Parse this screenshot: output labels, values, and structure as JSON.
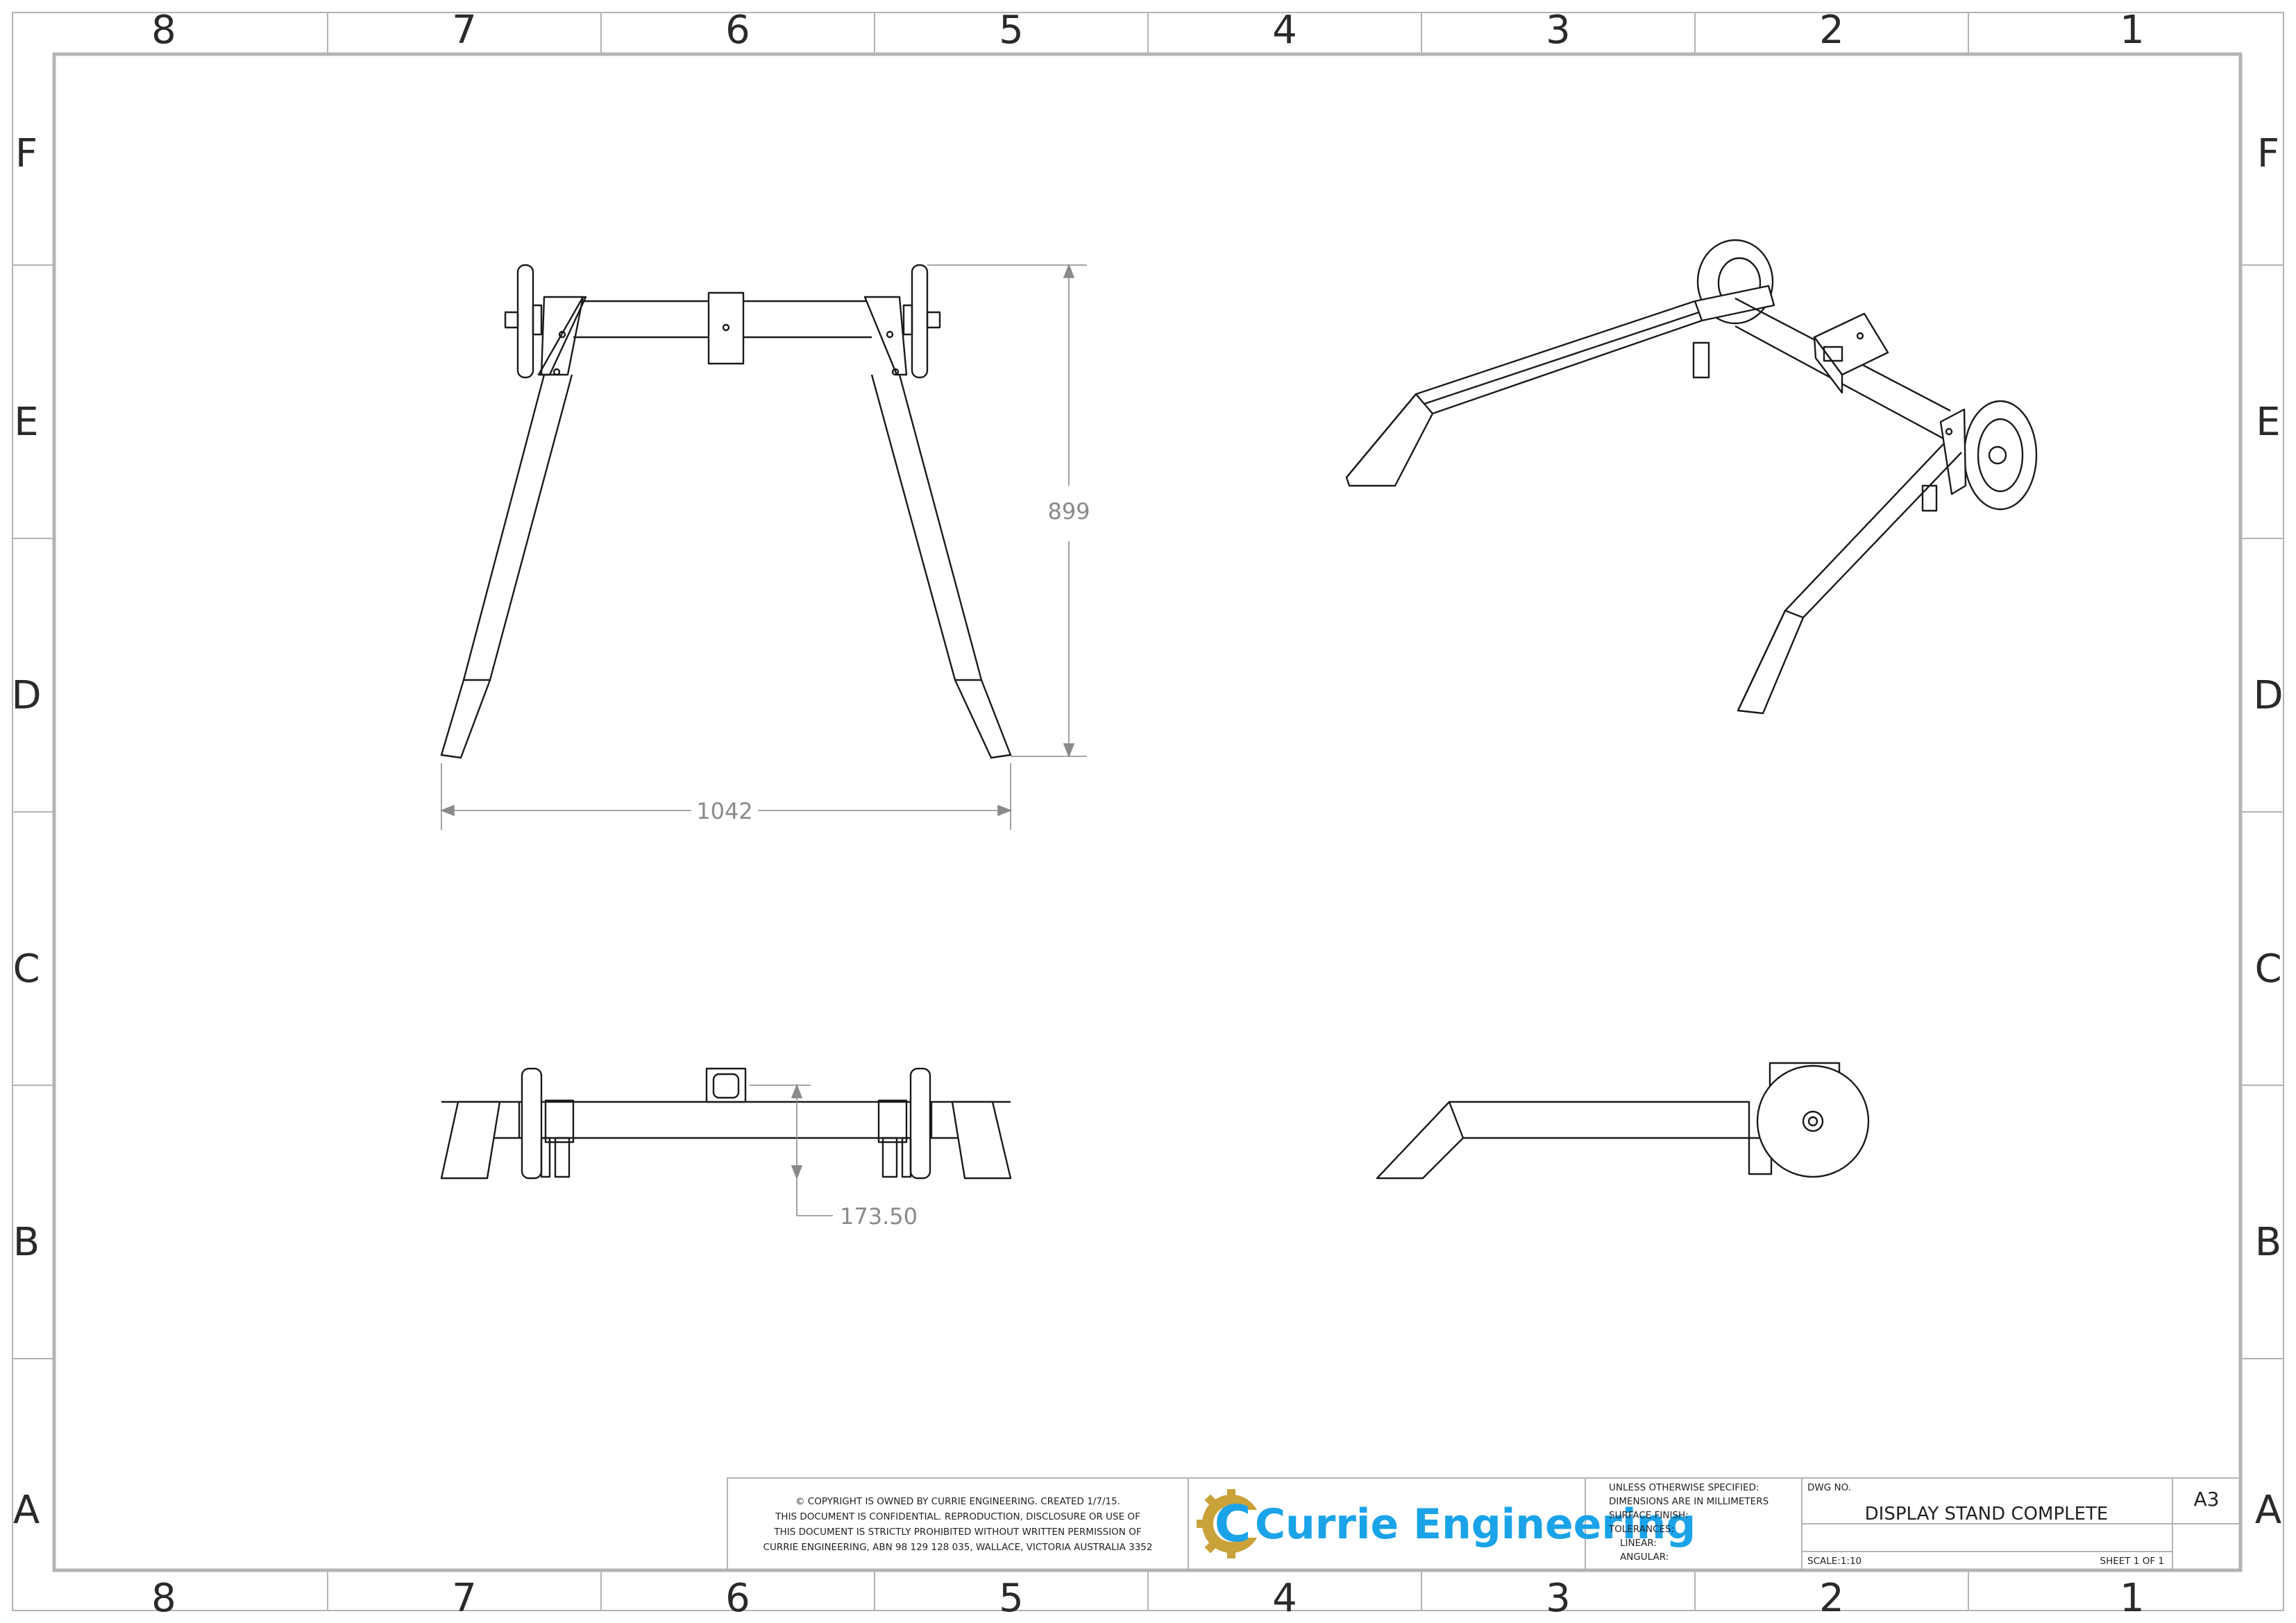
{
  "zones": {
    "columns": [
      "8",
      "7",
      "6",
      "5",
      "4",
      "3",
      "2",
      "1"
    ],
    "rows": [
      "F",
      "E",
      "D",
      "C",
      "B",
      "A"
    ]
  },
  "dimensions": {
    "front_height": "899",
    "front_width": "1042",
    "top_offset": "173.50"
  },
  "title_block": {
    "copyright_lines": [
      "© COPYRIGHT IS OWNED BY CURRIE ENGINEERING. CREATED 1/7/15.",
      "THIS DOCUMENT IS CONFIDENTIAL. REPRODUCTION, DISCLOSURE OR USE OF",
      "THIS DOCUMENT IS STRICTLY PROHIBITED WITHOUT WRITTEN PERMISSION OF",
      "CURRIE ENGINEERING, ABN 98 129 128 035, WALLACE, VICTORIA AUSTRALIA 3352"
    ],
    "company": "Currie Engineering",
    "spec_lines": [
      "UNLESS OTHERWISE SPECIFIED:",
      "DIMENSIONS ARE IN MILLIMETERS",
      "SURFACE FINISH:",
      "TOLERANCES:",
      "LINEAR:",
      "ANGULAR:"
    ],
    "dwg_no_label": "DWG NO.",
    "title": "DISPLAY STAND COMPLETE",
    "scale": "SCALE:1:10",
    "sheet": "SHEET 1 OF 1",
    "paper_size": "A3"
  },
  "colors": {
    "border": "#b4b4b4",
    "line": "#1a1a1a",
    "dimension": "#8a8a8a",
    "logo_blue": "#1aa3e8",
    "logo_gold": "#c9a23a"
  }
}
